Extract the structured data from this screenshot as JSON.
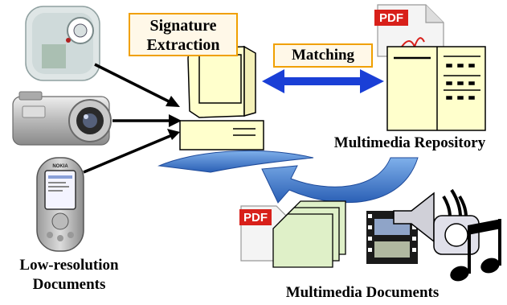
{
  "labels": {
    "signature_extraction": "Signature Extraction",
    "matching": "Matching",
    "multimedia_repository": "Multimedia Repository",
    "low_resolution_documents": "Low-resolution Documents",
    "multimedia_documents": "Multimedia Documents",
    "pdf_tag_top": "PDF",
    "pdf_tag_bottom": "PDF",
    "phone_brand": "NOKIA"
  },
  "colors": {
    "box_border": "#f0a000",
    "box_fill": "#fff8e8",
    "computer_fill": "#ffffcc",
    "repository_fill": "#ffffcc",
    "arrow_blue": "#1a3fd6",
    "curved_arrow": "#3a78c8",
    "pdf_red": "#d8201a",
    "doc_green": "#dff0c8"
  },
  "icons": {
    "webcam": "webcam-icon",
    "camera": "digital-camera-icon",
    "phone": "mobile-phone-icon",
    "computer": "desktop-computer-icon",
    "repository": "server-cabinet-icon",
    "pdf": "pdf-document-icon",
    "film": "film-strip-icon",
    "speaker": "speaker-icon",
    "music": "music-note-icon"
  }
}
